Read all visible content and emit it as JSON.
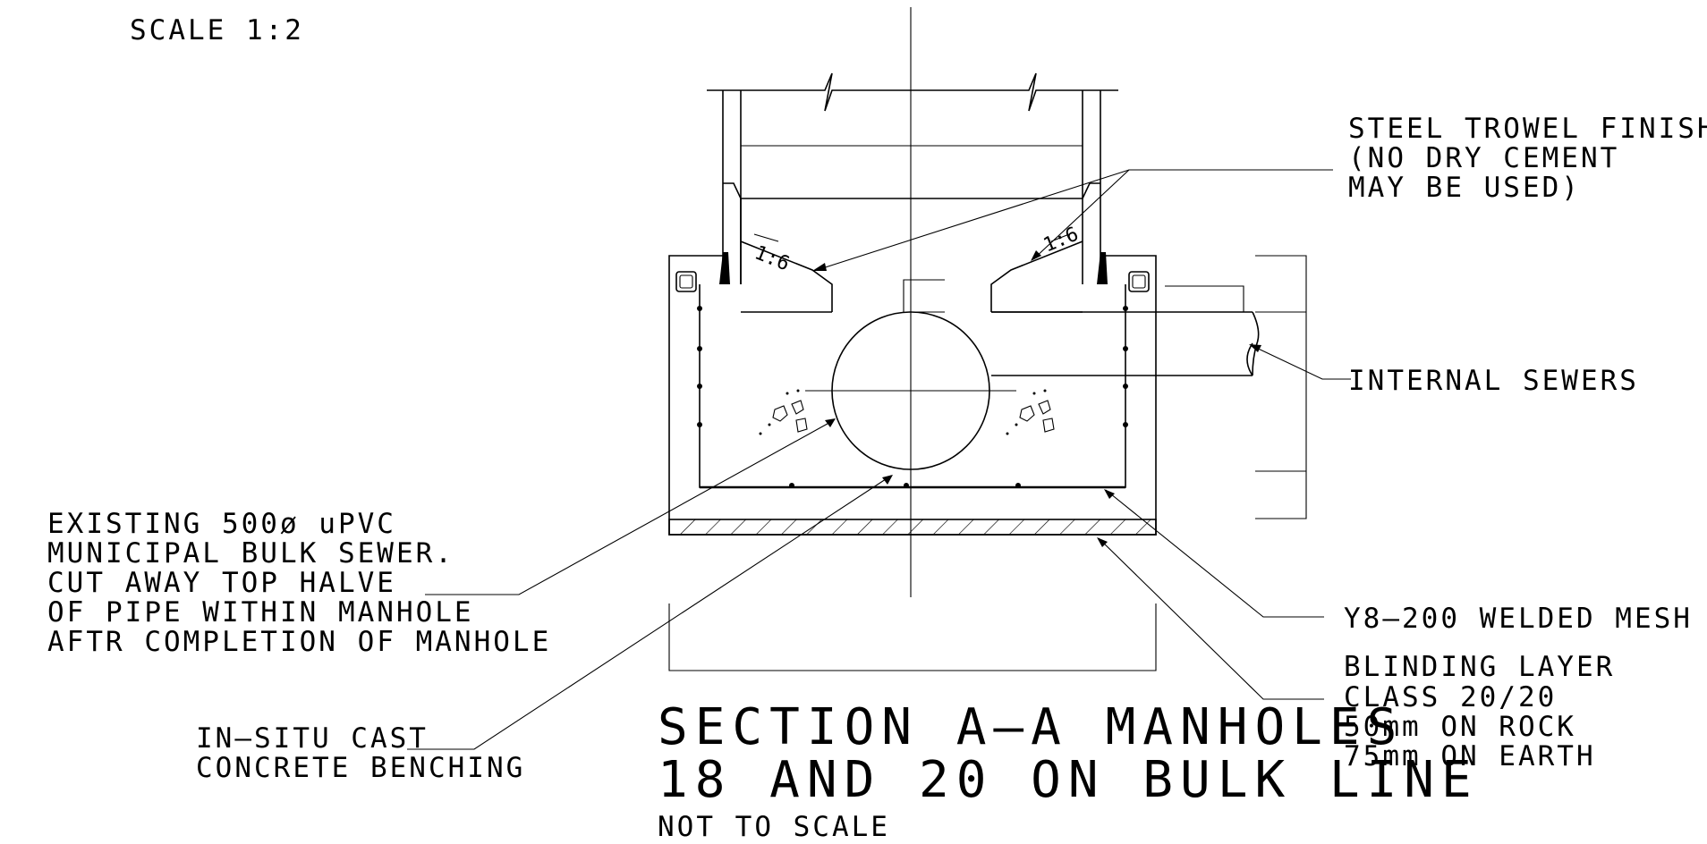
{
  "scale_note": "SCALE 1:2",
  "labels": {
    "steel_trowel": [
      "STEEL TROWEL FINISH",
      "(NO DRY CEMENT",
      "MAY BE USED)"
    ],
    "internal_sewers": "INTERNAL SEWERS",
    "existing_sewer": [
      "EXISTING 500ø uPVC",
      "MUNICIPAL BULK SEWER.",
      "CUT AWAY TOP HALVE",
      "OF PIPE WITHIN MANHOLE",
      "AFTR COMPLETION OF MANHOLE"
    ],
    "welded_mesh": "Y8–200 WELDED MESH",
    "blinding_layer": [
      "BLINDING LAYER",
      "CLASS 20/20",
      "50mm ON ROCK",
      "75mm ON EARTH"
    ],
    "benching": [
      "IN–SITU CAST",
      "CONCRETE BENCHING"
    ],
    "slope_left": "1:6",
    "slope_right": "1:6"
  },
  "title": {
    "line1": "SECTION A–A MANHOLES",
    "line2": "18 AND 20 ON BULK LINE",
    "subtitle": "NOT TO SCALE"
  }
}
